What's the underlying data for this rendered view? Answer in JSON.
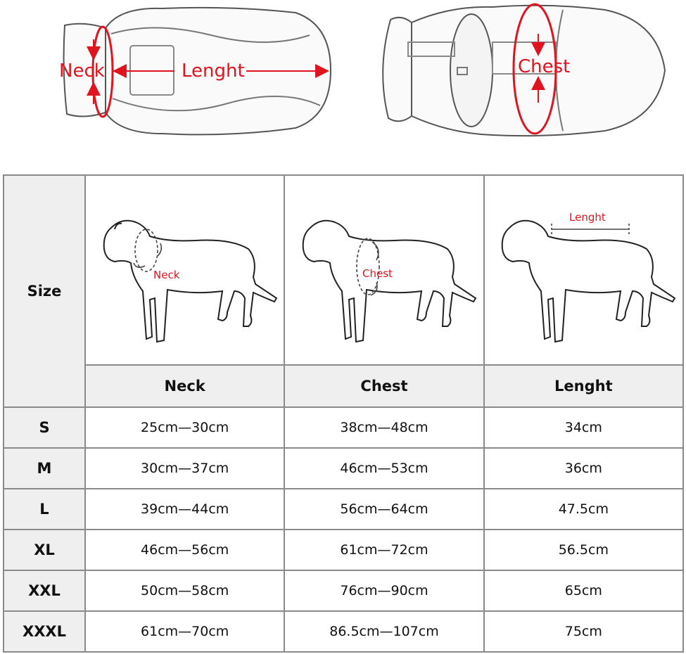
{
  "top_labels": {
    "neck": "Neck",
    "length": "Lenght",
    "chest": "Chest"
  },
  "table": {
    "size_header": "Size",
    "diagram_labels": {
      "neck": "Neck",
      "chest": "Chest",
      "length": "Lenght"
    },
    "columns": [
      "Neck",
      "Chest",
      "Lenght"
    ],
    "rows": [
      {
        "size": "S",
        "neck": "25cm—30cm",
        "chest": "38cm—48cm",
        "length": "34cm"
      },
      {
        "size": "M",
        "neck": "30cm—37cm",
        "chest": "46cm—53cm",
        "length": "36cm"
      },
      {
        "size": "L",
        "neck": "39cm—44cm",
        "chest": "56cm—64cm",
        "length": "47.5cm"
      },
      {
        "size": "XL",
        "neck": "46cm—56cm",
        "chest": "61cm—72cm",
        "length": "56.5cm"
      },
      {
        "size": "XXL",
        "neck": "50cm—58cm",
        "chest": "76cm—90cm",
        "length": "65cm"
      },
      {
        "size": "XXXL",
        "neck": "61cm—70cm",
        "chest": "86.5cm—107cm",
        "length": "75cm"
      }
    ]
  },
  "colors": {
    "accent": "#e0141e",
    "grid": "#8a8a8a",
    "header_bg": "#efefef"
  }
}
